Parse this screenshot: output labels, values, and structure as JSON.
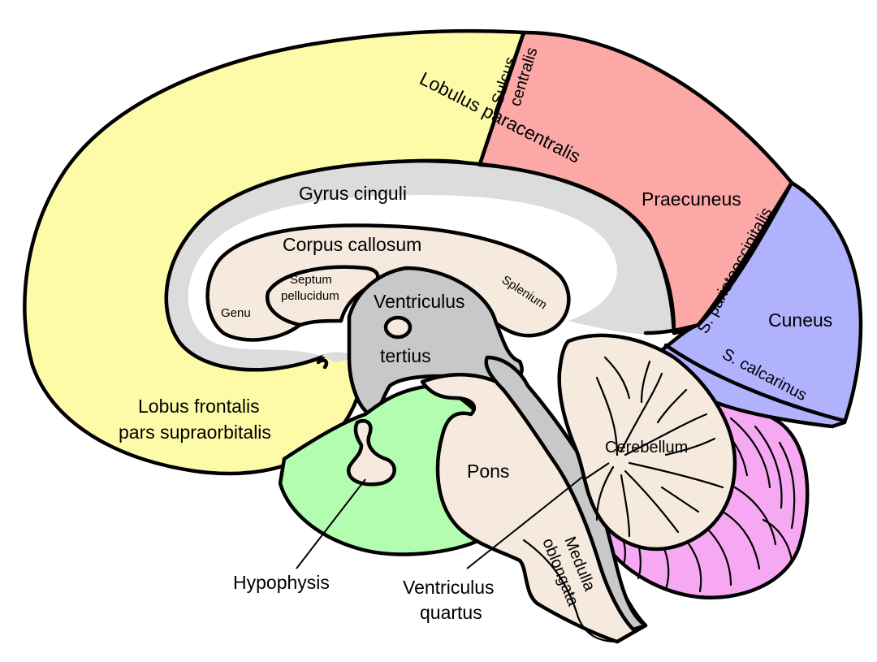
{
  "colors": {
    "frontal_yellow": "#fdfaa8",
    "parietal_pink": "#fba8a6",
    "occipital_blue": "#b0b2fe",
    "cingulate_gray": "#dcdcdc",
    "ventricle_gray": "#c8c8c8",
    "tissue_beige": "#f6e9dd",
    "hypothalamus_green": "#b3fdb0",
    "cerebellar_magenta": "#f7a8f2",
    "outline": "#000000"
  },
  "labels": {
    "sulcus_centralis_1": "Sulcus",
    "sulcus_centralis_2": "centralis",
    "lobulus_paracentralis": "Lobulus paracentralis",
    "praecuneus": "Praecuneus",
    "gyrus_cinguli": "Gyrus cinguli",
    "corpus_callosum": "Corpus callosum",
    "septum_1": "Septum",
    "septum_2": "pellucidum",
    "genu": "Genu",
    "ventriculus_tertius_1": "Ventriculus",
    "ventriculus_tertius_2": "tertius",
    "splenium": "Splenium",
    "s_parietooccipitalis": "S. parietooccipitalis",
    "cuneus": "Cuneus",
    "s_calcarinus": "S. calcarinus",
    "lobus_frontalis_1": "Lobus frontalis",
    "lobus_frontalis_2": "pars supraorbitalis",
    "cerebellum": "Cerebellum",
    "pons": "Pons",
    "medulla_1": "Medulla",
    "medulla_2": "oblongata",
    "hypophysis": "Hypophysis",
    "ventriculus_quartus_1": "Ventriculus",
    "ventriculus_quartus_2": "quartus"
  }
}
